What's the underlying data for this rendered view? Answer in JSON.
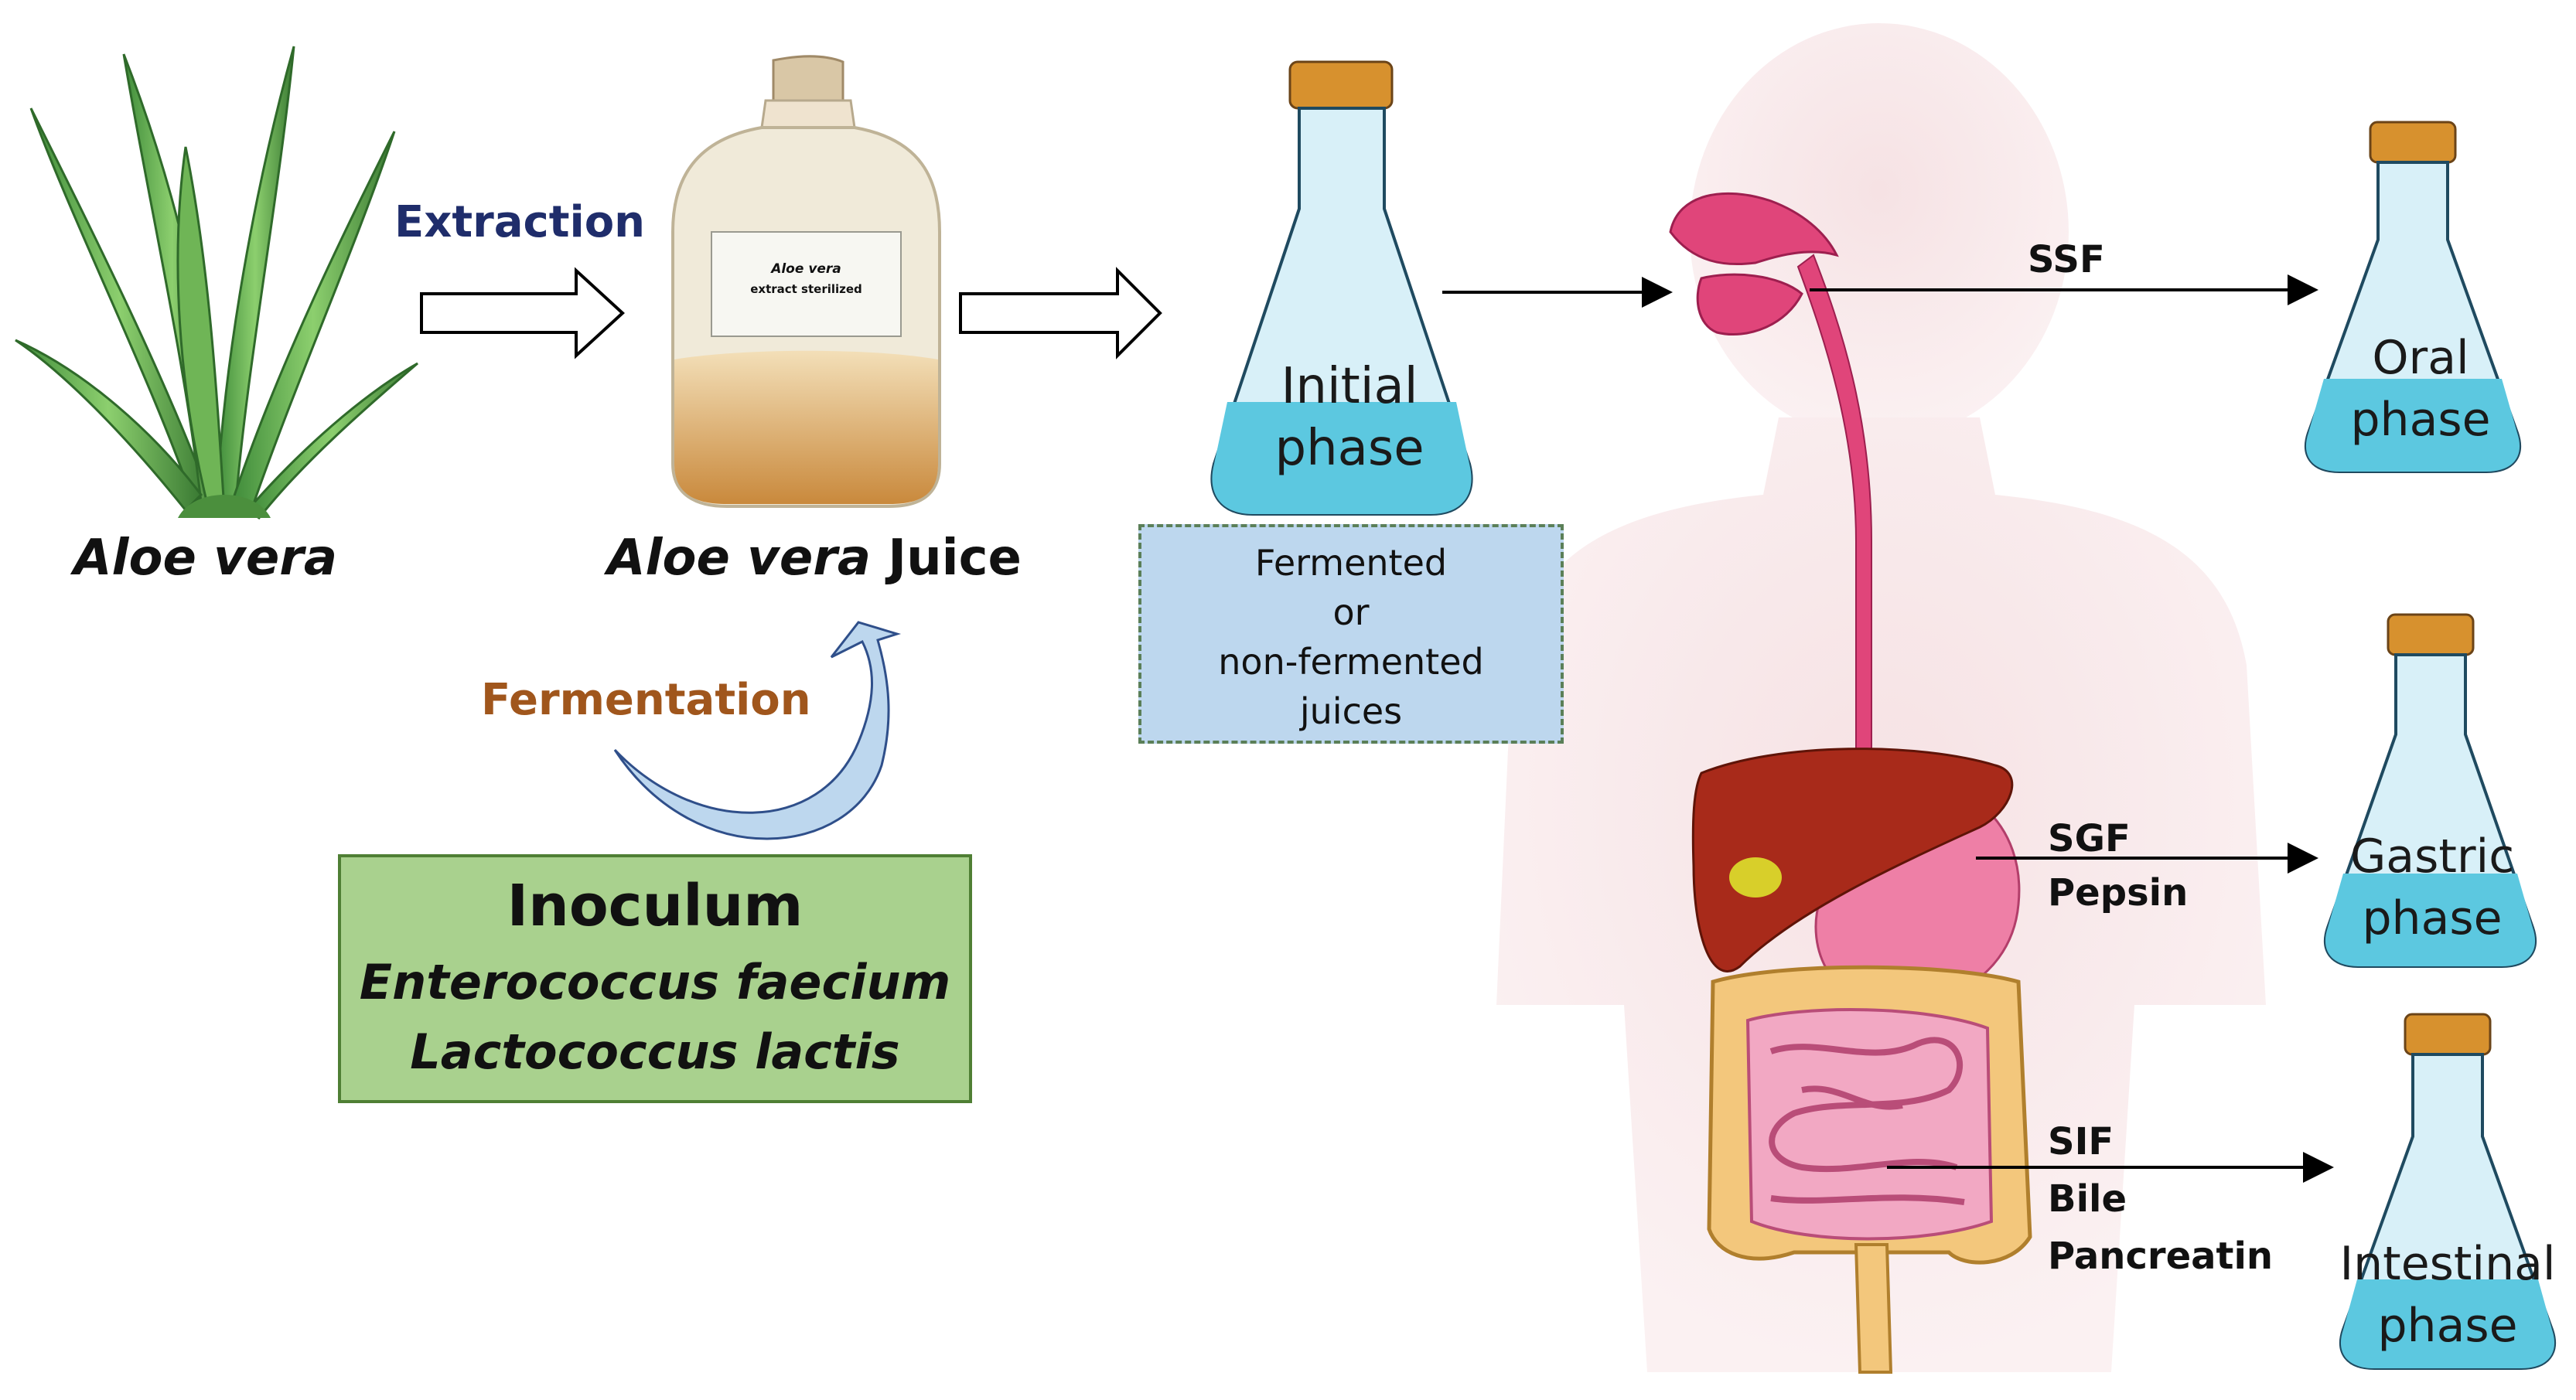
{
  "plant": {
    "caption": "Aloe vera"
  },
  "step_extraction": {
    "label": "Extraction"
  },
  "bottle": {
    "tag_line1": "Aloe vera",
    "tag_line2": "extract sterilized",
    "caption_italic": "Aloe vera",
    "caption_rest": " Juice"
  },
  "step_fermentation": {
    "label": "Fermentation"
  },
  "inoculum": {
    "title": "Inoculum",
    "species": [
      "Enterococcus faecium",
      "Lactococcus lactis"
    ]
  },
  "initial_flask": {
    "line1": "Initial",
    "line2": "phase"
  },
  "juice_box": {
    "lines": [
      "Fermented",
      "or",
      "non-fermented",
      "juices"
    ]
  },
  "digestion": {
    "oral": {
      "fluids": [
        "SSF"
      ],
      "flask_line1": "Oral",
      "flask_line2": "phase"
    },
    "gastric": {
      "fluids": [
        "SGF",
        "Pepsin"
      ],
      "flask_line1": "Gastric",
      "flask_line2": "phase"
    },
    "intestinal": {
      "fluids": [
        "SIF",
        "Bile",
        "Pancreatin"
      ],
      "flask_line1": "Intestinal",
      "flask_line2": "phase"
    }
  },
  "colors": {
    "extraction_text": "#1f2d6b",
    "fermentation_text": "#a0561c",
    "liquid": "#5cc8e0",
    "glass": "#d8f0f8",
    "cork": "#d7912e",
    "inoculum_fill": "#a9d18e",
    "juice_box_fill": "#bdd7ee",
    "organ": "#e0457a"
  }
}
